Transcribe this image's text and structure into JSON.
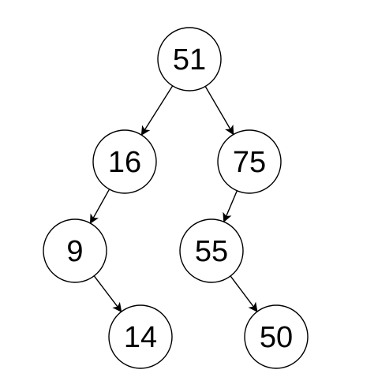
{
  "diagram": {
    "type": "binary-tree",
    "nodes": [
      {
        "id": "n51",
        "label": "51"
      },
      {
        "id": "n16",
        "label": "16"
      },
      {
        "id": "n75",
        "label": "75"
      },
      {
        "id": "n9",
        "label": "9"
      },
      {
        "id": "n55",
        "label": "55"
      },
      {
        "id": "n14",
        "label": "14"
      },
      {
        "id": "n50",
        "label": "50"
      }
    ],
    "edges": [
      {
        "from": "n51",
        "to": "n16"
      },
      {
        "from": "n51",
        "to": "n75"
      },
      {
        "from": "n16",
        "to": "n9"
      },
      {
        "from": "n75",
        "to": "n55"
      },
      {
        "from": "n9",
        "to": "n14"
      },
      {
        "from": "n55",
        "to": "n50"
      }
    ]
  }
}
